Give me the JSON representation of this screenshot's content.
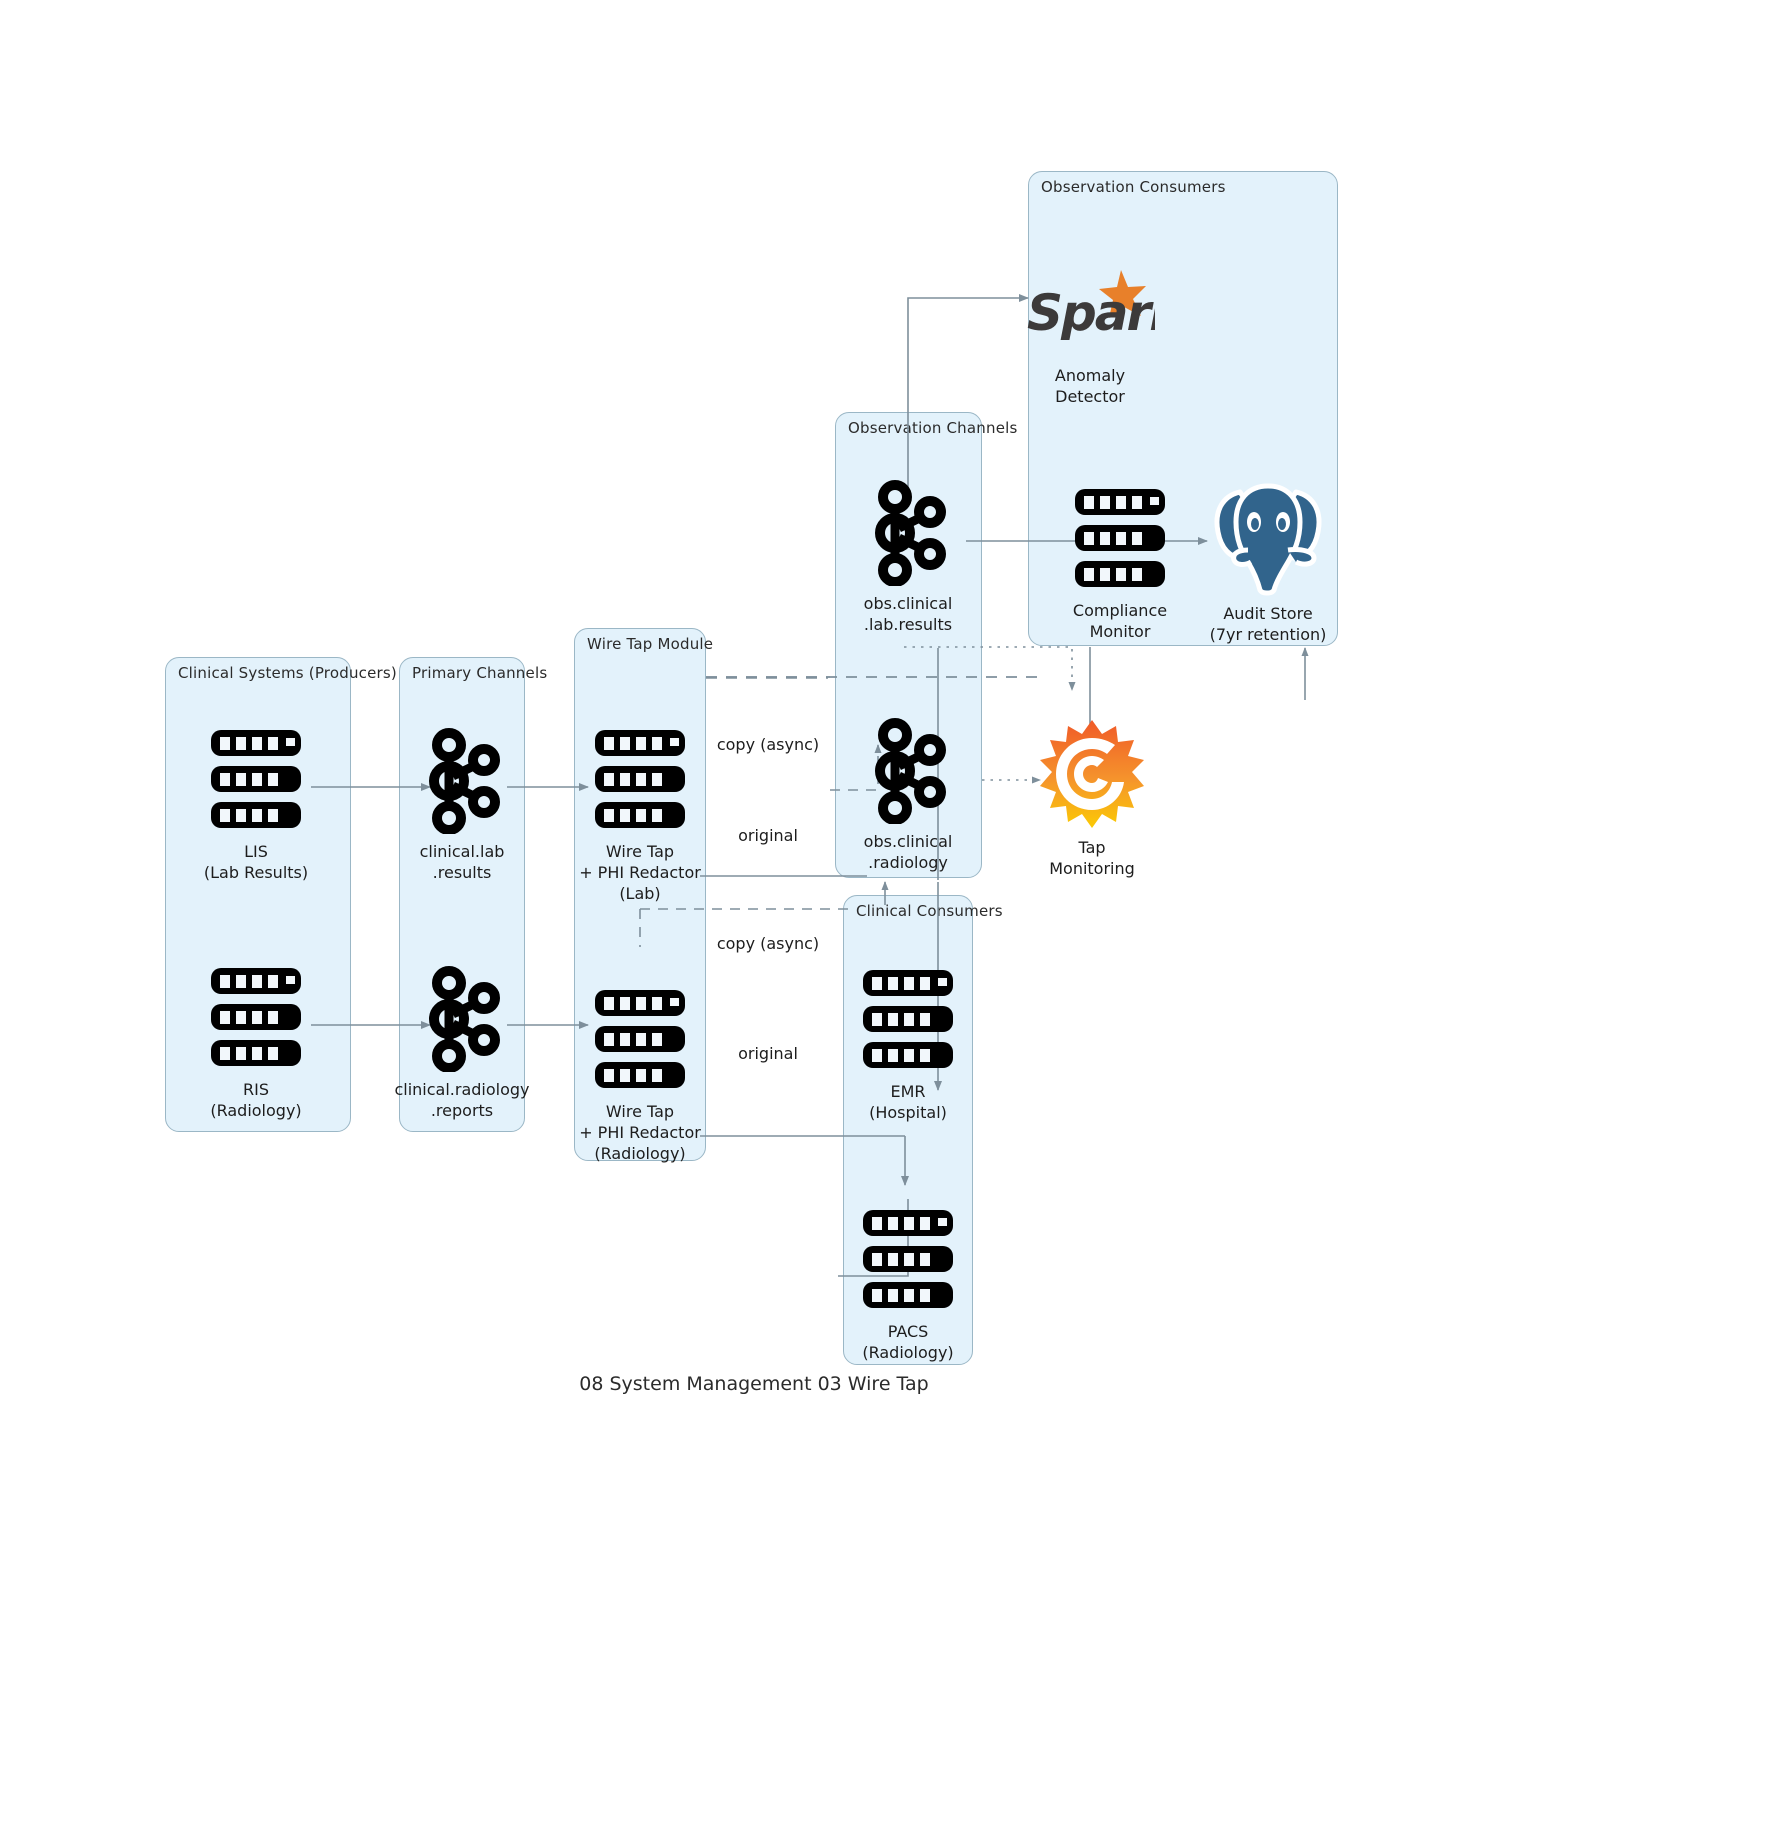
{
  "diagram": {
    "caption": "08 System Management 03 Wire Tap",
    "background": "#ffffff",
    "group_fill": "#e3f2fb",
    "group_stroke": "#9bb7c6",
    "edge_color": "#7e8f9b"
  },
  "groups": {
    "clinical_systems": {
      "title": "Clinical Systems (Producers)"
    },
    "primary_channels": {
      "title": "Primary Channels"
    },
    "wire_tap_module": {
      "title": "Wire Tap Module"
    },
    "observation_channels": {
      "title": "Observation Channels"
    },
    "observation_consumers": {
      "title": "Observation Consumers"
    },
    "clinical_consumers": {
      "title": "Clinical Consumers"
    }
  },
  "nodes": {
    "lis": {
      "label": "LIS\n(Lab Results)",
      "icon": "server-stack-icon"
    },
    "ris": {
      "label": "RIS\n(Radiology)",
      "icon": "server-stack-icon"
    },
    "clinical_lab_results": {
      "label": "clinical.lab\n.results",
      "icon": "kafka-icon"
    },
    "clinical_radiology_reports": {
      "label": "clinical.radiology\n.reports",
      "icon": "kafka-icon"
    },
    "wire_tap_lab": {
      "label": "Wire Tap\n+ PHI Redactor\n(Lab)",
      "icon": "server-stack-icon"
    },
    "wire_tap_radiology": {
      "label": "Wire Tap\n+ PHI Redactor\n(Radiology)",
      "icon": "server-stack-icon"
    },
    "obs_clinical_lab_results": {
      "label": "obs.clinical\n.lab.results",
      "icon": "kafka-icon"
    },
    "obs_clinical_radiology": {
      "label": "obs.clinical\n.radiology",
      "icon": "kafka-icon"
    },
    "anomaly_detector": {
      "label": "Anomaly\nDetector",
      "icon": "spark-icon"
    },
    "compliance_monitor": {
      "label": "Compliance\nMonitor",
      "icon": "server-stack-icon"
    },
    "audit_store": {
      "label": "Audit Store\n(7yr retention)",
      "icon": "postgresql-icon"
    },
    "tap_monitoring": {
      "label": "Tap\nMonitoring",
      "icon": "grafana-icon"
    },
    "emr": {
      "label": "EMR\n(Hospital)",
      "icon": "server-stack-icon"
    },
    "pacs": {
      "label": "PACS\n(Radiology)",
      "icon": "server-stack-icon"
    }
  },
  "edge_labels": {
    "copy_async_lab": "copy (async)",
    "original_lab": "original",
    "copy_async_radiology": "copy (async)",
    "original_radiology": "original"
  },
  "colors": {
    "spark_text": "#3c3a3a",
    "spark_star": "#e8802a",
    "postgres_blue": "#31648c",
    "grafana_orange_top": "#f05a28",
    "grafana_yellow_bottom": "#fbca04",
    "server_black": "#000000"
  }
}
